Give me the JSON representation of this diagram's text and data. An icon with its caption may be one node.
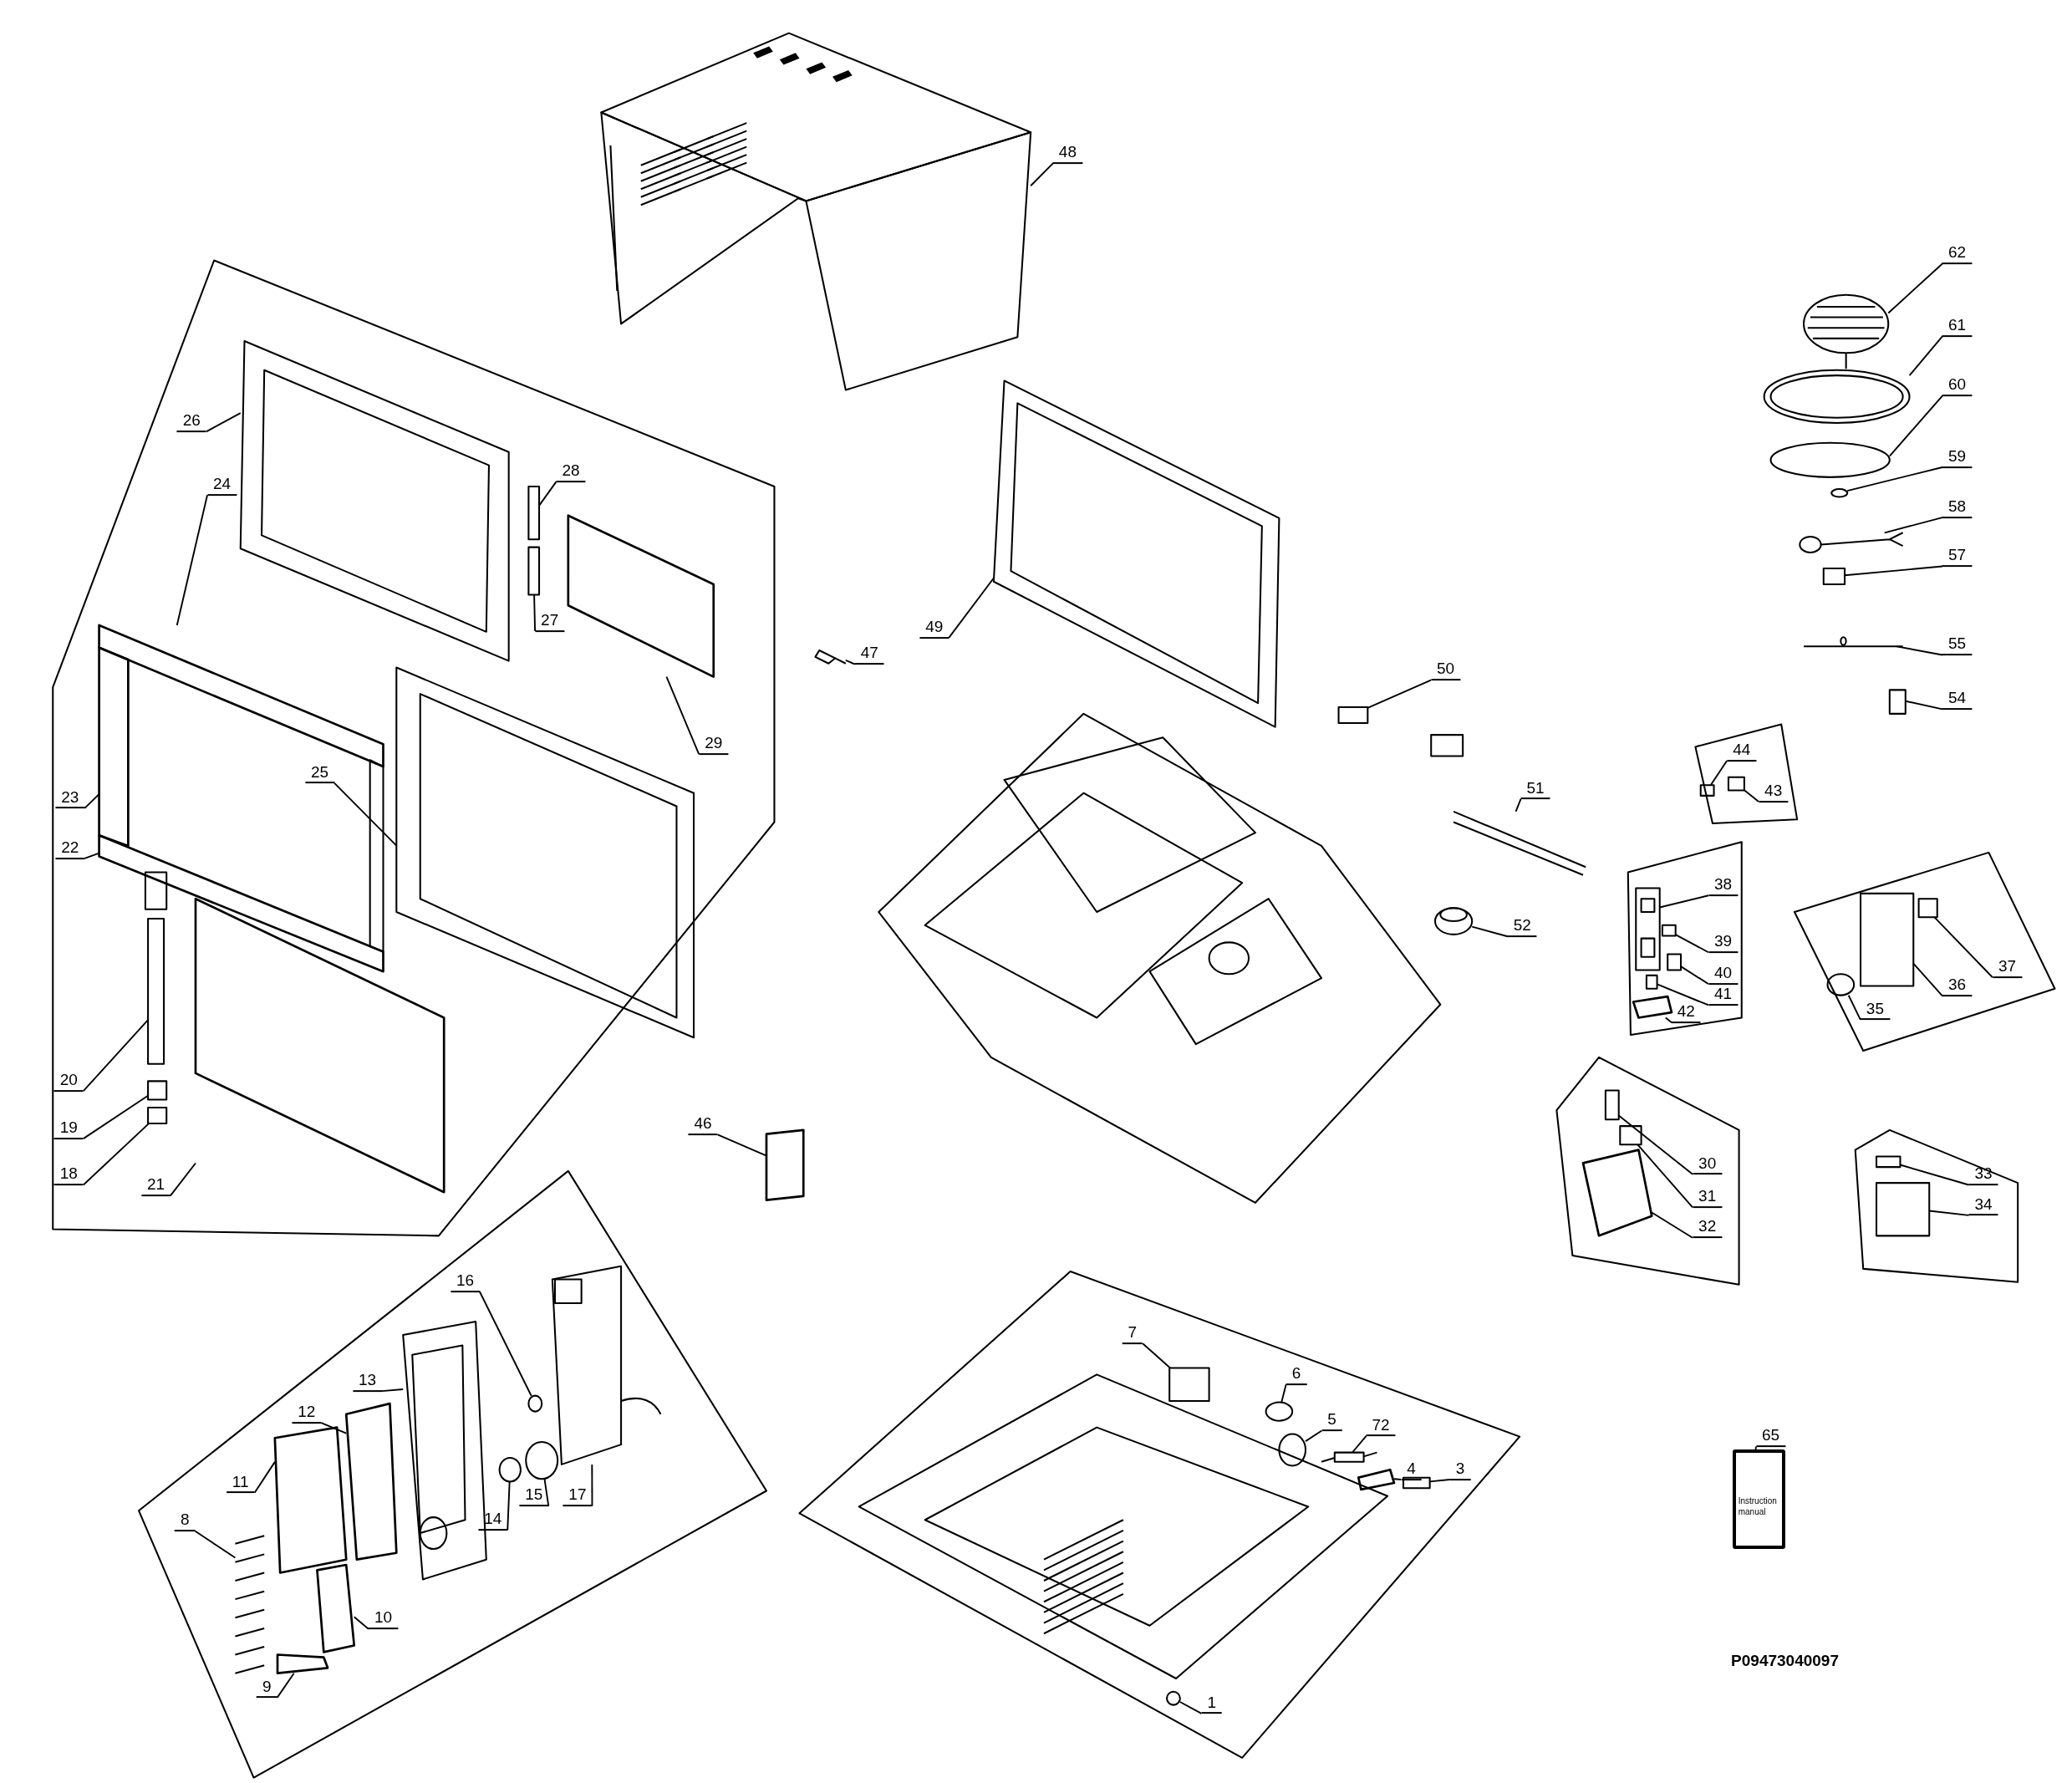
{
  "diagram": {
    "nodes": [
      {
        "text": [
          "48"
        ]
      },
      {
        "text": [
          "62"
        ]
      },
      {
        "text": [
          "61"
        ]
      },
      {
        "text": [
          "60"
        ]
      },
      {
        "text": [
          "26"
        ]
      },
      {
        "text": [
          "59"
        ]
      },
      {
        "text": [
          "28"
        ]
      },
      {
        "text": [
          "24"
        ]
      },
      {
        "text": [
          "58"
        ]
      },
      {
        "text": [
          "57"
        ]
      },
      {
        "text": [
          "27"
        ]
      },
      {
        "text": [
          "49"
        ]
      },
      {
        "text": [
          "55"
        ]
      },
      {
        "text": [
          "47"
        ]
      },
      {
        "text": [
          "50"
        ]
      },
      {
        "text": [
          "54"
        ]
      },
      {
        "text": [
          "29"
        ]
      },
      {
        "text": [
          "44"
        ]
      },
      {
        "text": [
          "25"
        ]
      },
      {
        "text": [
          "51"
        ]
      },
      {
        "text": [
          "43"
        ]
      },
      {
        "text": [
          "23"
        ]
      },
      {
        "text": [
          "22"
        ]
      },
      {
        "text": [
          "38"
        ]
      },
      {
        "text": [
          "52"
        ]
      },
      {
        "text": [
          "39"
        ]
      },
      {
        "text": [
          "37"
        ]
      },
      {
        "text": [
          "40"
        ]
      },
      {
        "text": [
          "36"
        ]
      },
      {
        "text": [
          "41"
        ]
      },
      {
        "text": [
          "35"
        ]
      },
      {
        "text": [
          "42"
        ]
      },
      {
        "text": [
          "20"
        ]
      },
      {
        "text": [
          "21"
        ]
      },
      {
        "text": [
          "46"
        ]
      },
      {
        "text": [
          "19"
        ]
      },
      {
        "text": [
          "30"
        ]
      },
      {
        "text": [
          "33"
        ]
      },
      {
        "text": [
          "18"
        ]
      },
      {
        "text": [
          "31"
        ]
      },
      {
        "text": [
          "34"
        ]
      },
      {
        "text": [
          "32"
        ]
      },
      {
        "text": [
          "16"
        ]
      },
      {
        "text": [
          "7"
        ]
      },
      {
        "text": [
          "6"
        ]
      },
      {
        "text": [
          "13"
        ]
      },
      {
        "text": [
          "5"
        ]
      },
      {
        "text": [
          "72"
        ]
      },
      {
        "text": [
          "12"
        ]
      },
      {
        "text": [
          "65"
        ]
      },
      {
        "text": [
          "4"
        ]
      },
      {
        "text": [
          "3"
        ]
      },
      {
        "text": [
          "11"
        ]
      },
      {
        "text": [
          "15"
        ]
      },
      {
        "text": [
          "17"
        ]
      },
      {
        "text": [
          "8"
        ]
      },
      {
        "text": [
          "14"
        ]
      },
      {
        "text": [
          "10"
        ]
      },
      {
        "text": [
          "9"
        ]
      },
      {
        "text": [
          "1"
        ]
      },
      {
        "text": [],
        "shape": "picture"
      },
      {
        "text": [],
        "shape": "circle"
      },
      {
        "text": [],
        "shape": "circle"
      },
      {
        "text": [],
        "shape": "circle"
      },
      {
        "text": [],
        "shape": "picture"
      },
      {
        "text": [],
        "shape": "circle"
      },
      {
        "text": [],
        "shape": "box"
      },
      {
        "text": [],
        "shape": "parallelogram"
      },
      {
        "text": [],
        "shape": "picture"
      },
      {
        "text": [],
        "shape": "box"
      },
      {
        "text": [],
        "shape": "box"
      },
      {
        "text": [],
        "shape": "picture"
      },
      {
        "text": [],
        "shape": "picture"
      },
      {
        "text": [],
        "shape": "picture"
      },
      {
        "text": [],
        "shape": "box"
      },
      {
        "text": [],
        "shape": "box"
      },
      {
        "text": [],
        "shape": "parallelogram"
      },
      {
        "text": [],
        "shape": "box"
      },
      {
        "text": [],
        "shape": "picture"
      },
      {
        "text": [],
        "shape": "picture"
      },
      {
        "text": [],
        "shape": "box"
      },
      {
        "text": [],
        "shape": "parallelogram"
      },
      {
        "text": [],
        "shape": "parallelogram"
      },
      {
        "text": [],
        "shape": "box"
      },
      {
        "text": [],
        "shape": "circle"
      },
      {
        "text": [],
        "shape": "box"
      },
      {
        "text": [],
        "shape": "box"
      },
      {
        "text": [],
        "shape": "box"
      },
      {
        "text": [],
        "shape": "box"
      },
      {
        "text": [],
        "shape": "box"
      },
      {
        "text": [],
        "shape": "circle"
      },
      {
        "text": [],
        "shape": "parallelogram"
      },
      {
        "text": [],
        "shape": "box"
      },
      {
        "text": [],
        "shape": "parallelogram"
      },
      {
        "text": [],
        "shape": "parallelogram"
      },
      {
        "text": [],
        "shape": "box"
      },
      {
        "text": [],
        "shape": "box"
      },
      {
        "text": [],
        "shape": "box"
      },
      {
        "text": [],
        "shape": "box"
      },
      {
        "text": [],
        "shape": "box"
      },
      {
        "text": [],
        "shape": "box"
      },
      {
        "text": [],
        "shape": "parallelogram"
      },
      {
        "text": [],
        "shape": "circle"
      },
      {
        "text": [],
        "shape": "box"
      },
      {
        "text": [],
        "shape": "circle"
      },
      {
        "text": [],
        "shape": "picture"
      },
      {
        "text": [],
        "shape": "circle"
      },
      {
        "text": [],
        "shape": "box"
      },
      {
        "text": [],
        "shape": "parallelogram"
      },
      {
        "text": [
          "Instruction manual"
        ]
      },
      {
        "text": [],
        "shape": "parallelogram"
      },
      {
        "text": [],
        "shape": "box"
      },
      {
        "text": [],
        "shape": "parallelogram"
      },
      {
        "text": [],
        "shape": "circle"
      },
      {
        "text": [],
        "shape": "picture"
      },
      {
        "text": [],
        "shape": "picture"
      },
      {
        "text": [],
        "shape": "circle"
      },
      {
        "text": [],
        "shape": "parallelogram"
      },
      {
        "text": [],
        "shape": "parallelogram"
      },
      {
        "text": [],
        "shape": "circle"
      }
    ],
    "edges": [
      {
        "from": 0,
        "to": 60,
        "arrow": "none"
      },
      {
        "from": 1,
        "to": 61,
        "arrow": "none"
      },
      {
        "from": 2,
        "to": 62,
        "arrow": "none"
      },
      {
        "from": 3,
        "to": 63,
        "arrow": "none"
      },
      {
        "from": 4,
        "to": 64,
        "arrow": "none"
      },
      {
        "from": 5,
        "to": 65,
        "arrow": "none"
      },
      {
        "from": 6,
        "to": 66,
        "arrow": "none"
      },
      {
        "from": 7,
        "to": 67,
        "arrow": "none"
      },
      {
        "from": 8,
        "to": 68,
        "arrow": "none"
      },
      {
        "from": 9,
        "to": 69,
        "arrow": "none"
      },
      {
        "from": 10,
        "to": 70,
        "arrow": "none"
      },
      {
        "from": 11,
        "to": 71,
        "arrow": "none"
      },
      {
        "from": 12,
        "to": 72,
        "arrow": "none"
      },
      {
        "from": 13,
        "to": 73,
        "arrow": "none"
      },
      {
        "from": 14,
        "to": 74,
        "arrow": "none"
      },
      {
        "from": 15,
        "to": 75,
        "arrow": "none"
      },
      {
        "from": 16,
        "to": 76,
        "arrow": "none"
      },
      {
        "from": 17,
        "to": 77,
        "arrow": "none"
      },
      {
        "from": 18,
        "to": 78,
        "arrow": "none"
      },
      {
        "from": 19,
        "to": 79,
        "arrow": "none"
      },
      {
        "from": 20,
        "to": 80,
        "arrow": "none"
      },
      {
        "from": 21,
        "to": 81,
        "arrow": "none"
      },
      {
        "from": 22,
        "to": 82,
        "arrow": "none"
      },
      {
        "from": 23,
        "to": 83,
        "arrow": "none"
      },
      {
        "from": 24,
        "to": 84,
        "arrow": "none"
      },
      {
        "from": 25,
        "to": 85,
        "arrow": "none"
      },
      {
        "from": 26,
        "to": 86,
        "arrow": "none"
      },
      {
        "from": 27,
        "to": 87,
        "arrow": "none"
      },
      {
        "from": 28,
        "to": 88,
        "arrow": "none"
      },
      {
        "from": 29,
        "to": 89,
        "arrow": "none"
      },
      {
        "from": 30,
        "to": 90,
        "arrow": "none"
      },
      {
        "from": 31,
        "to": 91,
        "arrow": "none"
      },
      {
        "from": 32,
        "to": 92,
        "arrow": "none"
      },
      {
        "from": 33,
        "to": 93,
        "arrow": "none"
      },
      {
        "from": 34,
        "to": 94,
        "arrow": "none"
      },
      {
        "from": 35,
        "to": 95,
        "arrow": "none"
      },
      {
        "from": 36,
        "to": 96,
        "arrow": "none"
      },
      {
        "from": 37,
        "to": 97,
        "arrow": "none"
      },
      {
        "from": 38,
        "to": 98,
        "arrow": "none"
      },
      {
        "from": 39,
        "to": 99,
        "arrow": "none"
      },
      {
        "from": 40,
        "to": 100,
        "arrow": "none"
      },
      {
        "from": 41,
        "to": 101,
        "arrow": "none"
      },
      {
        "from": 42,
        "to": 102,
        "arrow": "none"
      },
      {
        "from": 43,
        "to": 103,
        "arrow": "none"
      },
      {
        "from": 44,
        "to": 104,
        "arrow": "none"
      },
      {
        "from": 45,
        "to": 105,
        "arrow": "none"
      },
      {
        "from": 46,
        "to": 106,
        "arrow": "none"
      },
      {
        "from": 47,
        "to": 107,
        "arrow": "none"
      },
      {
        "from": 48,
        "to": 108,
        "arrow": "none"
      },
      {
        "from": 49,
        "to": 109,
        "arrow": "none"
      },
      {
        "from": 50,
        "to": 110,
        "arrow": "none"
      },
      {
        "from": 51,
        "to": 111,
        "arrow": "none"
      },
      {
        "from": 52,
        "to": 112,
        "arrow": "none"
      },
      {
        "from": 53,
        "to": 113,
        "arrow": "none"
      },
      {
        "from": 54,
        "to": 114,
        "arrow": "none"
      },
      {
        "from": 55,
        "to": 115,
        "arrow": "none"
      },
      {
        "from": 56,
        "to": 116,
        "arrow": "none"
      },
      {
        "from": 57,
        "to": 117,
        "arrow": "none"
      },
      {
        "from": 58,
        "to": 118,
        "arrow": "none"
      },
      {
        "from": 59,
        "to": 119,
        "arrow": "none"
      }
    ],
    "labels": [
      "P09473040097"
    ]
  }
}
